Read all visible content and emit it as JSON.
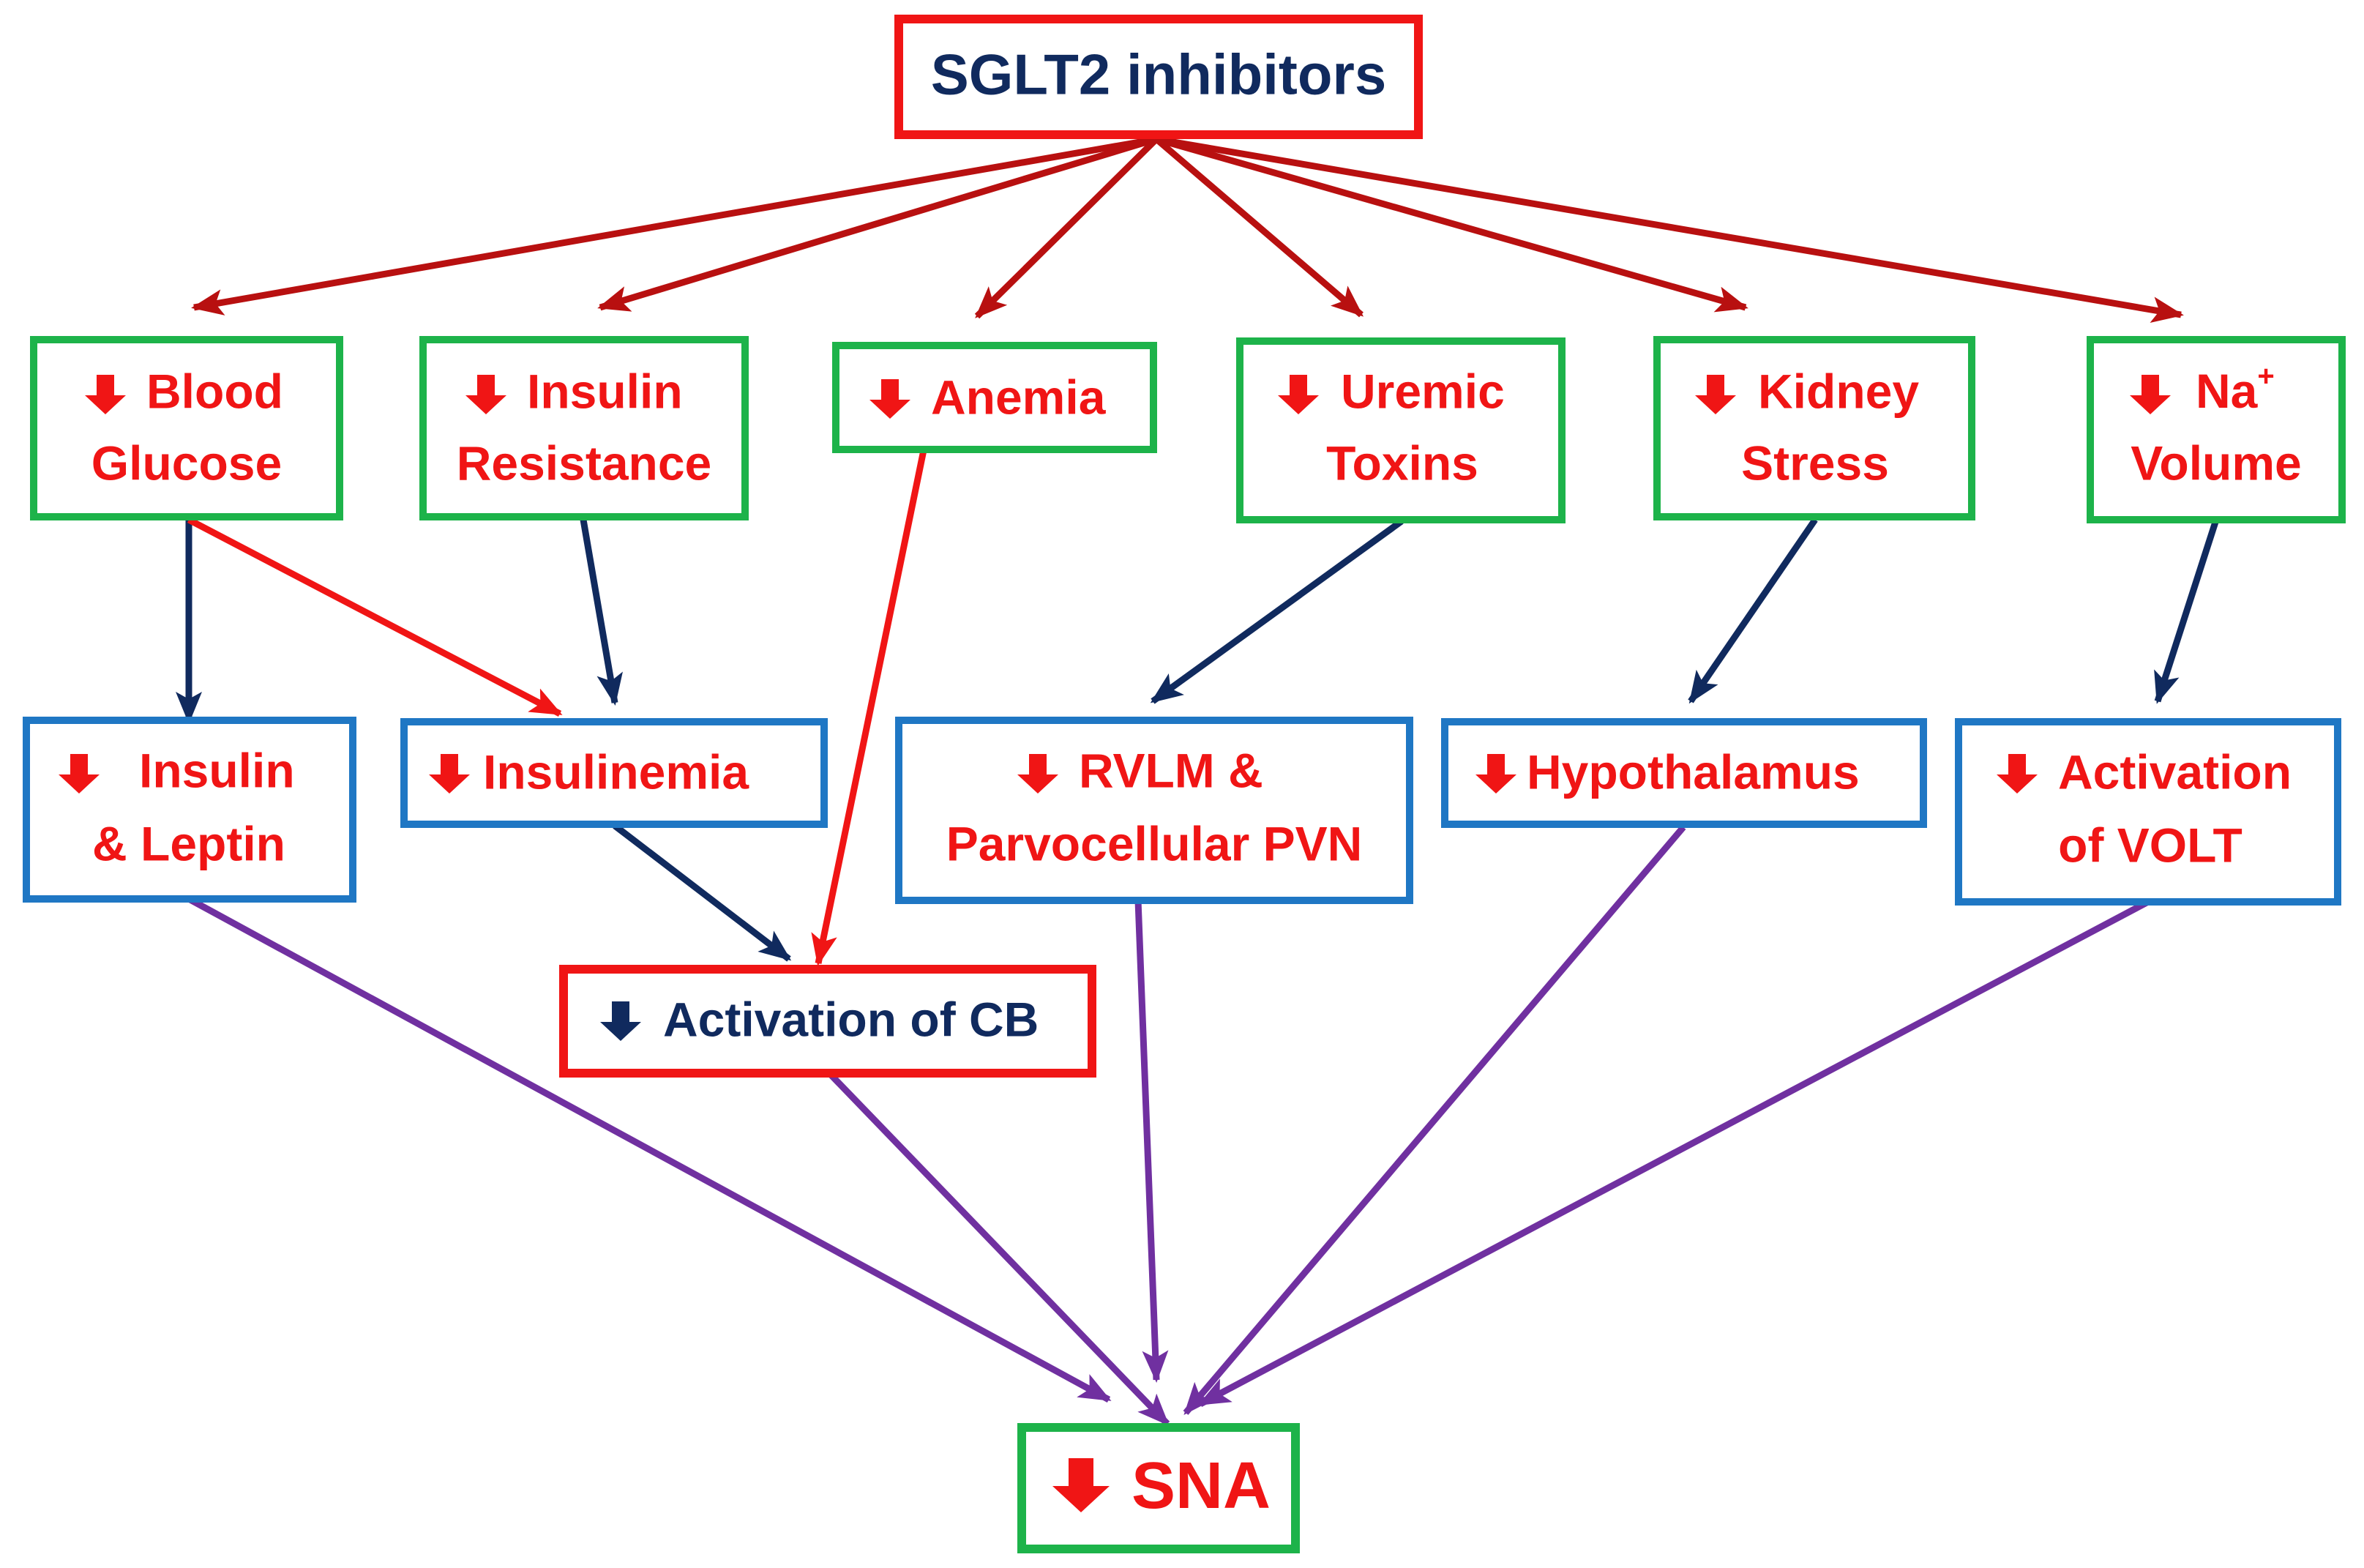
{
  "colors": {
    "red": "#f01515",
    "navy": "#102a5e",
    "green": "#1db34a",
    "blue": "#1f77c4",
    "dark_red": "#b81010",
    "purple": "#7030a0"
  },
  "root": {
    "label": "SGLT2 inhibitors"
  },
  "effects": [
    {
      "id": "blood-glucose",
      "lines": [
        "Blood",
        "Glucose"
      ],
      "arrow_icon": "down-arrow-icon"
    },
    {
      "id": "insulin-resistance",
      "lines": [
        "Insulin",
        "Resistance"
      ],
      "arrow_icon": "down-arrow-icon"
    },
    {
      "id": "anemia",
      "lines": [
        "Anemia"
      ],
      "arrow_icon": "down-arrow-icon"
    },
    {
      "id": "uremic-toxins",
      "lines": [
        "Uremic",
        "Toxins"
      ],
      "arrow_icon": "down-arrow-icon"
    },
    {
      "id": "kidney-stress",
      "lines": [
        "Kidney",
        "Stress"
      ],
      "arrow_icon": "down-arrow-icon"
    },
    {
      "id": "na-volume",
      "lines": [
        "Na",
        "Volume"
      ],
      "superscript": "+",
      "arrow_icon": "down-arrow-icon"
    }
  ],
  "mediators": [
    {
      "id": "insulin-leptin",
      "lines": [
        "Insulin",
        "& Leptin"
      ],
      "arrow_icon": "down-arrow-icon"
    },
    {
      "id": "insulinemia",
      "lines": [
        "Insulinemia"
      ],
      "arrow_icon": "down-arrow-icon"
    },
    {
      "id": "rvlm-pvn",
      "lines": [
        "RVLM &",
        "Parvocellular PVN"
      ],
      "arrow_icon": "down-arrow-icon"
    },
    {
      "id": "hypothalamus",
      "lines": [
        "Hypothalamus"
      ],
      "arrow_icon": "down-arrow-icon"
    },
    {
      "id": "volt",
      "lines": [
        "Activation",
        "of VOLT"
      ],
      "arrow_icon": "down-arrow-icon"
    }
  ],
  "cb": {
    "label": "Activation of CB",
    "arrow_icon": "down-arrow-icon"
  },
  "outcome": {
    "label": "SNA",
    "arrow_icon": "down-arrow-icon"
  }
}
